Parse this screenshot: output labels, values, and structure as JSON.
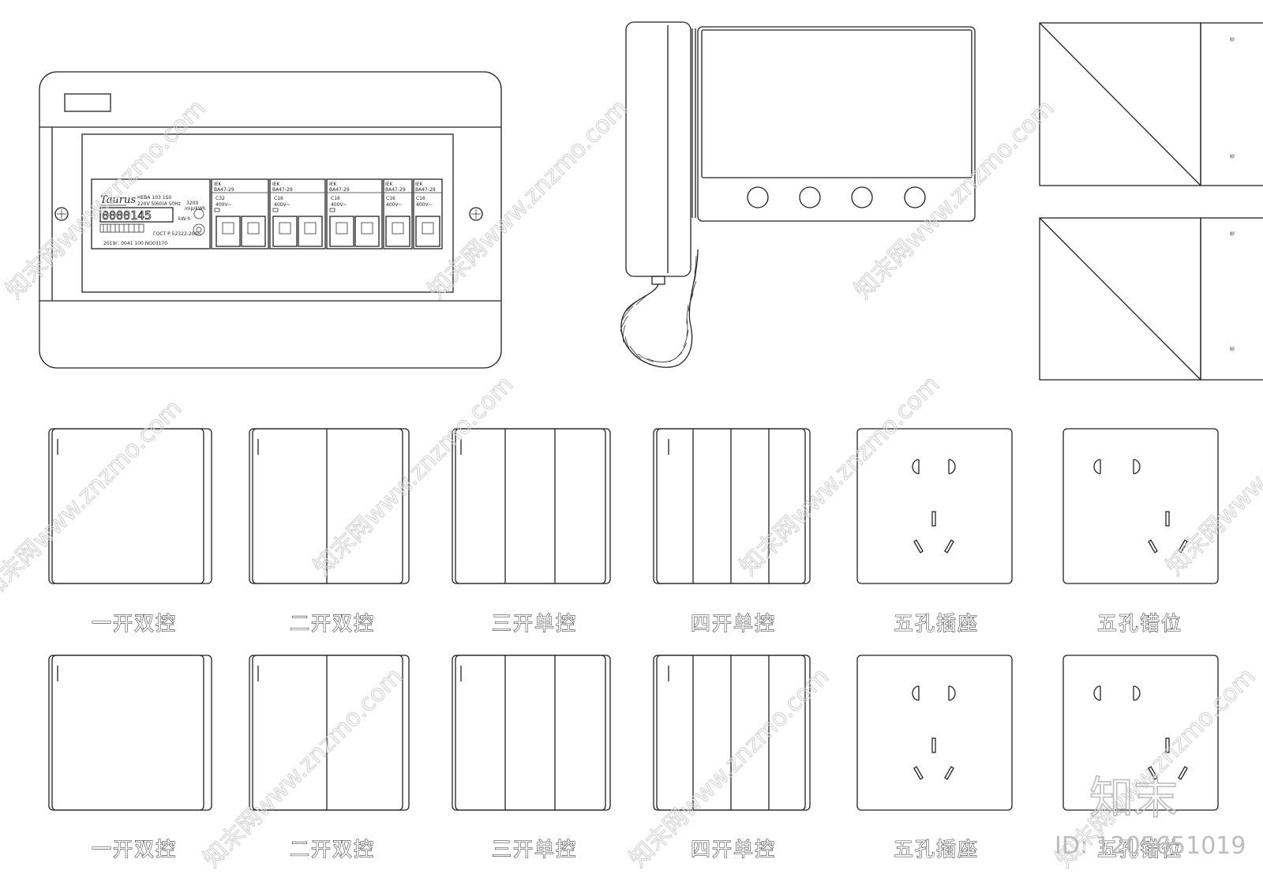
{
  "distribution_box": {
    "meter": {
      "brand": "Taurus",
      "model": "НЕВА 103 1S0",
      "spec_line1": "220V  5(60)A  50Hz",
      "spec_line2": "3200",
      "spec_line3": "imp/kWh",
      "reading": "0000145",
      "unit": "kW·h",
      "serial": "2019г. 0041 100 NO03170",
      "standard": "ГОСТ Р 52322-2005"
    },
    "breakers": [
      {
        "brand": "IEK",
        "model": "BA47-29",
        "rating": "C32",
        "voltage": "400V~"
      },
      {
        "brand": "IEK",
        "model": "BA47-29",
        "rating": "C16",
        "voltage": "400V~"
      },
      {
        "brand": "IEK",
        "model": "BA47-29",
        "rating": "C16",
        "voltage": "400V~"
      },
      {
        "brand": "IEK",
        "model": "BA47-29",
        "rating": "C16",
        "voltage": "400V~"
      },
      {
        "brand": "IEK",
        "model": "BA47-29",
        "rating": "C16",
        "voltage": "400V~"
      }
    ]
  },
  "side_panels": [
    "纱",
    "纱",
    "纱",
    "纱"
  ],
  "row1_labels": [
    "一开双控",
    "二开双控",
    "三开单控",
    "四开单控",
    "五孔插座",
    "五孔错位"
  ],
  "row2_labels": [
    "一开双控",
    "二开双控",
    "三开单控",
    "四开单控",
    "五孔插座",
    "五孔错位"
  ],
  "watermark": {
    "text": "知末网www.znzmo.com",
    "brand": "知末",
    "id": "ID: 1205651019"
  }
}
